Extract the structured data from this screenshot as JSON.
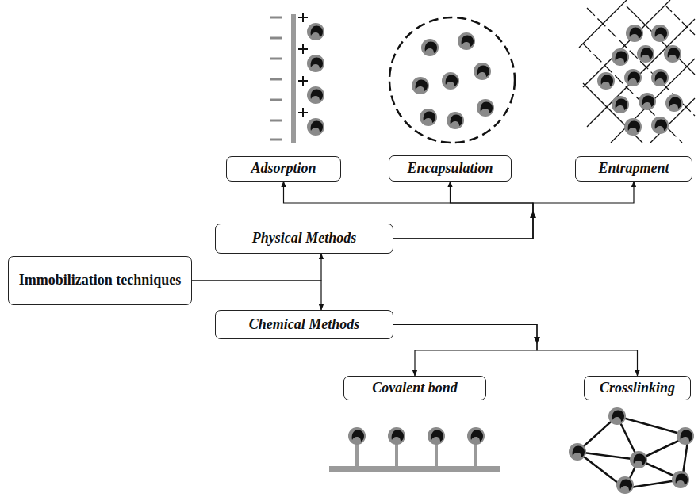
{
  "diagram": {
    "nodes": [
      {
        "text": [
          "Immobilization techniques"
        ]
      },
      {
        "text": [
          "Physical Methods"
        ]
      },
      {
        "text": [
          "Chemical Methods"
        ]
      },
      {
        "text": [
          "Adsorption"
        ]
      },
      {
        "text": [
          "Encapsulation"
        ]
      },
      {
        "text": [
          "Entrapment"
        ]
      },
      {
        "text": [
          "Covalent bond"
        ]
      },
      {
        "text": [
          "Crosslinking"
        ]
      }
    ],
    "edges": [
      {
        "from": 0,
        "to": 1,
        "arrow": "to"
      },
      {
        "from": 0,
        "to": 2,
        "arrow": "to"
      },
      {
        "from": 1,
        "to": 3,
        "arrow": "to"
      },
      {
        "from": 1,
        "to": 4,
        "arrow": "to"
      },
      {
        "from": 1,
        "to": 5,
        "arrow": "to"
      },
      {
        "from": 2,
        "to": 6,
        "arrow": "to"
      },
      {
        "from": 2,
        "to": 7,
        "arrow": "to"
      }
    ]
  }
}
